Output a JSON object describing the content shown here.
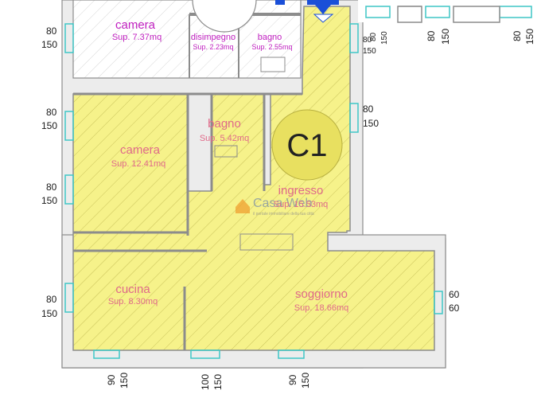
{
  "colors": {
    "yellow_fill": "#f6f28a",
    "hatch": "#c9c25a",
    "wall": "#8c8c8c",
    "wall_fill": "#ececec",
    "white_room_label": "#c020c0",
    "yellow_room_label": "#e06a8a",
    "window": "#3fc6c6",
    "dim_text": "#1a1a1a",
    "entry_arrow": "#1a4fd8",
    "c1_circle": "#e8e060"
  },
  "unit_marker": "C1",
  "watermark": {
    "name": "Casa Web",
    "tagline": "il portale immobiliare della tua città"
  },
  "rooms_other_unit": [
    {
      "name": "camera",
      "area": "Sup. 7.37mq"
    },
    {
      "name": "disimpegno",
      "area": "Sup. 2.23mq"
    },
    {
      "name": "bagno",
      "area": "Sup. 2.55mq"
    }
  ],
  "rooms_unit": [
    {
      "name": "bagno",
      "area": "Sup. 5.42mq"
    },
    {
      "name": "camera",
      "area": "Sup. 12.41mq"
    },
    {
      "name": "ingresso",
      "area": "Sup. 15.53mq"
    },
    {
      "name": "cucina",
      "area": "Sup. 8.30mq"
    },
    {
      "name": "soggiorno",
      "area": "Sup. 18.66mq"
    }
  ],
  "window_dims": [
    {
      "a": "80",
      "b": "150"
    },
    {
      "a": "80",
      "b": "150"
    },
    {
      "a": "80",
      "b": "150"
    },
    {
      "a": "80",
      "b": "150"
    },
    {
      "a": "80",
      "b": "150"
    },
    {
      "a": "80",
      "b": "150"
    },
    {
      "a": "60",
      "b": "60"
    },
    {
      "a": "90",
      "b": "150"
    },
    {
      "a": "100",
      "b": "150"
    },
    {
      "a": "90",
      "b": "150"
    },
    {
      "a": "80",
      "b": "150"
    },
    {
      "a": "80",
      "b": "150"
    },
    {
      "a": "80",
      "b": "150"
    }
  ]
}
